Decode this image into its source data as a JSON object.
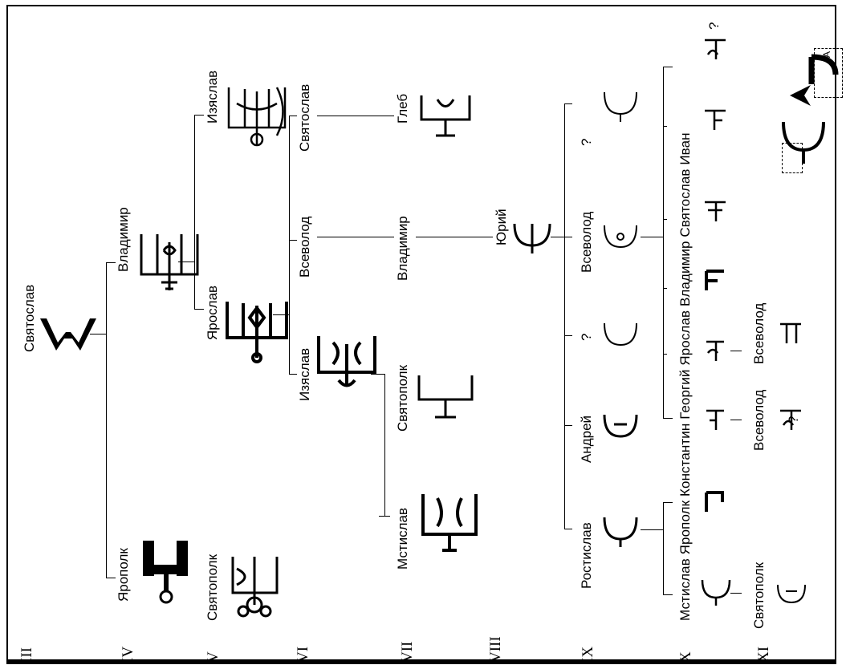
{
  "generations": {
    "III": "III",
    "IV": "IV",
    "V": "V",
    "VI": "VI",
    "VII": "VII",
    "VIII": "VIII",
    "IX": "IX",
    "X": "X",
    "XI": "XI"
  },
  "names": {
    "sviatoslav_g3": "Святослав",
    "yaropolk_g4": "Ярополк",
    "vladimir_g4": "Владимир",
    "sviatopolk_g5": "Святополк",
    "yaroslav_g5": "Ярослав",
    "izyaslav_g5": "Изяслав",
    "izyaslav_g6": "Изяслав",
    "vsevolod_g6": "Всеволод",
    "sviatoslav_g6": "Святослав",
    "mstislav_g7": "Мстислав",
    "sviatopolk_g7": "Святополк",
    "vladimir_g7": "Владимир",
    "gleb_g7": "Глеб",
    "yuri_g8": "Юрий",
    "rostislav_g9": "Ростислав",
    "andrei_g9": "Андрей",
    "unknown1_g9": "?",
    "vsevolod_g9": "Всеволод",
    "unknown2_g9": "?",
    "row_g10": "Мстислав Ярополк Константин Георгий Ярослав Владимир Святослав Иван",
    "unknown_g10": "?",
    "sviatopolk_g11": "Святополк",
    "vsevolod1_g11": "Всеволод",
    "unknown_g11": "?",
    "vsevolod2_g11": "Всеволод",
    "inset_letter": "A"
  }
}
